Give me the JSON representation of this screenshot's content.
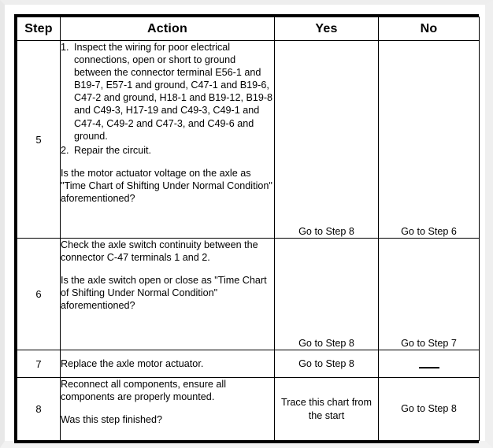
{
  "document": {
    "type": "diagnostic-flow-table",
    "title_text": ""
  },
  "table": {
    "headers": {
      "step": "Step",
      "action": "Action",
      "yes": "Yes",
      "no": "No"
    },
    "rows": [
      {
        "step": "5",
        "action": {
          "items": [
            {
              "marker": "1.",
              "text": "Inspect the wiring for poor electrical connections, open or short to ground between the connector terminal E56-1 and B19-7, E57-1 and ground, C47-1 and B19-6, C47-2 and ground, H18-1 and B19-12, B19-8 and C49-3, H17-19 and C49-3, C49-1 and C47-4, C49-2 and C47-3, and C49-6 and ground."
            },
            {
              "marker": "2.",
              "text": "Repair the circuit."
            }
          ],
          "question": "Is the motor actuator voltage on the axle as \"Time Chart of Shifting Under Normal Condition\" aforementioned?"
        },
        "yes": "Go to Step 8",
        "no": "Go to Step 6"
      },
      {
        "step": "6",
        "action": {
          "items": [],
          "lead": "Check the axle switch continuity between the connector C-47 terminals 1 and 2.",
          "question": "Is the axle switch open or close as \"Time Chart of Shifting Under Normal Condition\" aforementioned?"
        },
        "yes": "Go to Step 8",
        "no": "Go to Step 7"
      },
      {
        "step": "7",
        "action": {
          "items": [],
          "lead": "Replace the axle motor actuator.",
          "question": ""
        },
        "yes": "Go to Step 8",
        "no": "—"
      },
      {
        "step": "8",
        "action": {
          "items": [],
          "lead": "Reconnect all components, ensure all components are properly mounted.",
          "question": "Was this step finished?"
        },
        "yes": "Trace this chart from the start",
        "no": "Go to Step 8"
      }
    ]
  },
  "colors": {
    "border": "#000000",
    "text": "#000000",
    "page_background": "#ffffff",
    "frame_gray": "#eeeeee"
  }
}
